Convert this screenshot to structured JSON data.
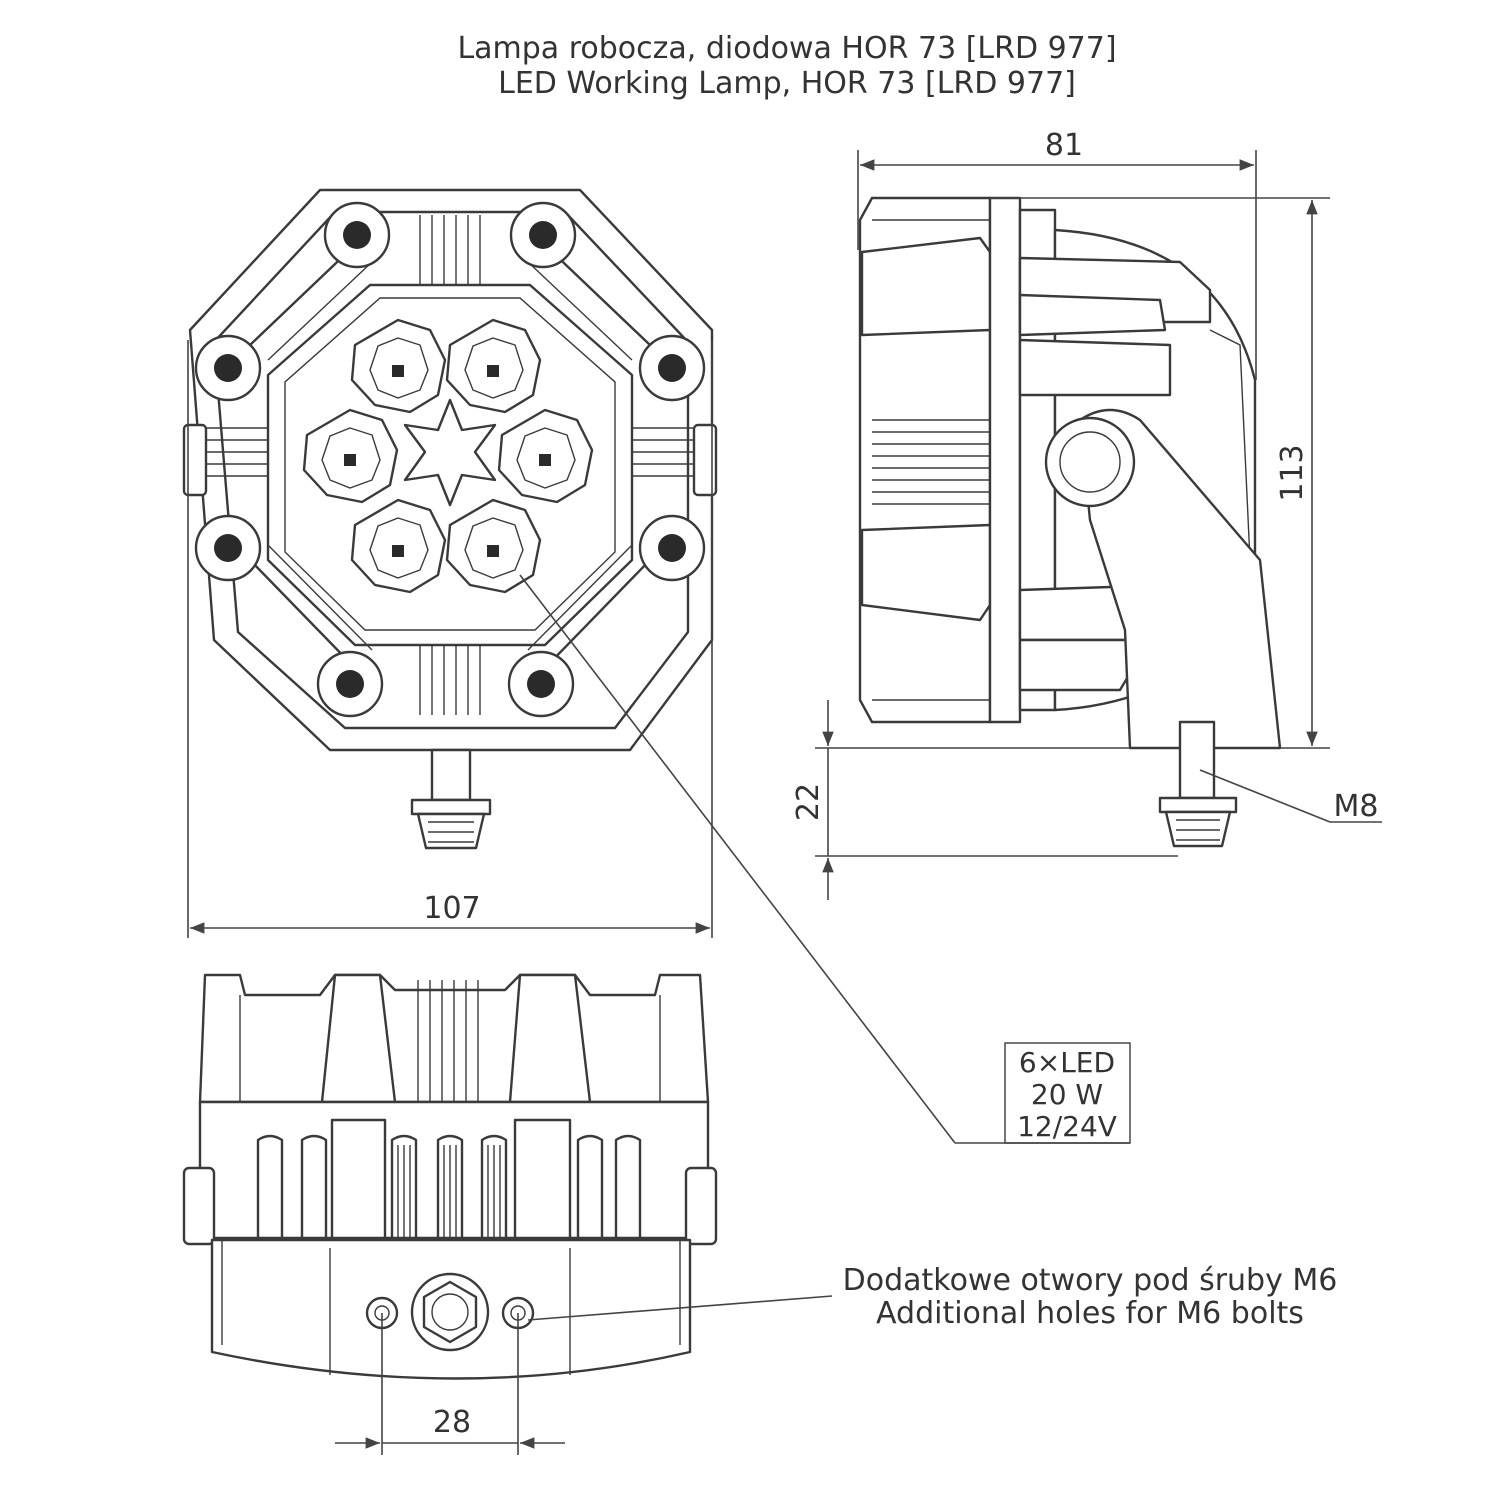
{
  "title": {
    "line_pl": "Lampa robocza, diodowa HOR 73 [LRD 977]",
    "line_en": "LED Working Lamp, HOR 73 [LRD 977]"
  },
  "dimensions": {
    "width_front": "107",
    "depth_side": "81",
    "height_side": "113",
    "bolt_length": "22",
    "hole_spacing": "28"
  },
  "labels": {
    "thread": "M8",
    "spec_leds": "6×LED",
    "spec_power": "20 W",
    "spec_voltage": "12/24V",
    "holes_pl": "Dodatkowe otwory pod śruby M6",
    "holes_en": "Additional holes for M6 bolts"
  }
}
